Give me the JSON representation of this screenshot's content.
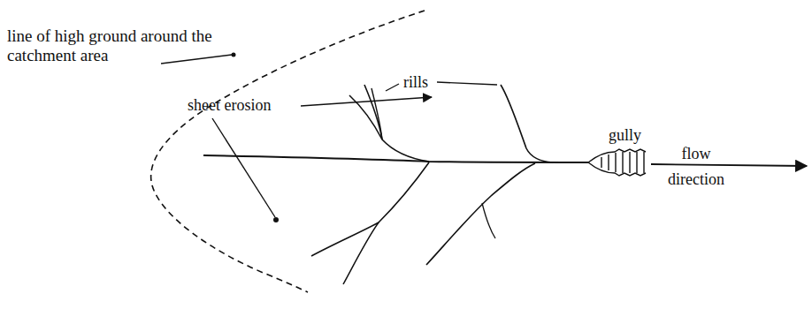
{
  "diagram": {
    "labels": [
      "line of high ground around the catchment area",
      "sheet erosion",
      "rills",
      "gully",
      "flow direction"
    ]
  }
}
